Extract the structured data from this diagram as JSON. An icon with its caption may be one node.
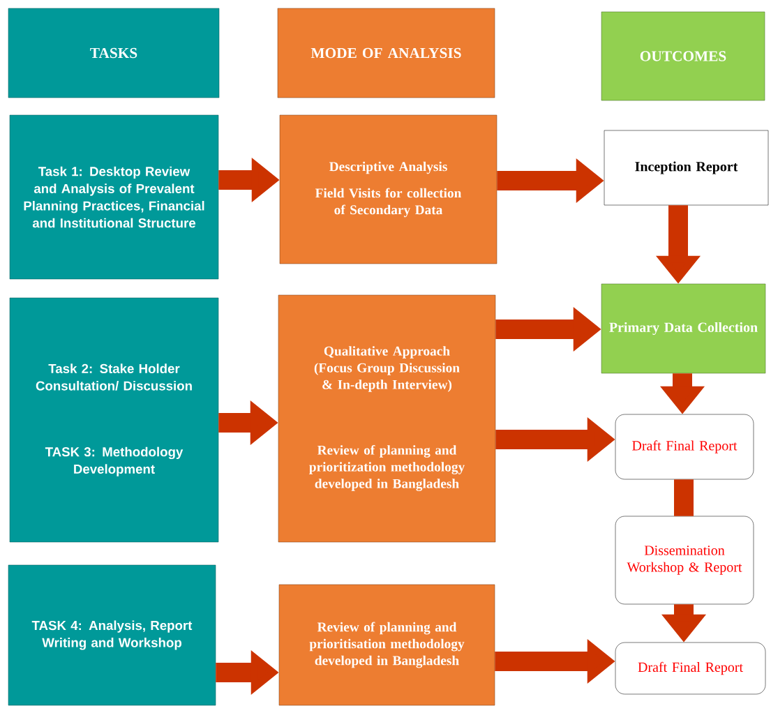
{
  "diagram": {
    "nodes": [
      {
        "text": [
          "TASKS"
        ]
      },
      {
        "text": [
          "MODE OF ANALYSIS"
        ]
      },
      {
        "text": [
          "OUTCOMES"
        ]
      },
      {
        "text": [
          "Task 1: Desktop Review and Analysis of Prevalent Planning Practices, Financial and Institutional Structure"
        ]
      },
      {
        "text": [
          "Descriptive Analysis",
          "Field Visits for collection of Secondary Data"
        ]
      },
      {
        "text": [
          "Inception Report"
        ]
      },
      {
        "text": [
          "Task 2: Stake Holder Consultation/ Discussion",
          "TASK 3: Methodology Development"
        ]
      },
      {
        "text": [
          "Qualitative Approach (Focus Group Discussion & In-depth Interview)",
          "Review of planning and prioritization methodology developed in Bangladesh"
        ]
      },
      {
        "text": [
          "Primary Data Collection"
        ]
      },
      {
        "text": [
          "Draft Final Report"
        ]
      },
      {
        "text": [
          "Dissemination Workshop & Report"
        ]
      },
      {
        "text": [
          "TASK 4: Analysis, Report Writing and Workshop"
        ]
      },
      {
        "text": [
          "Review of planning and prioritisation methodology developed in Bangladesh"
        ]
      },
      {
        "text": [
          "Draft Final Report"
        ]
      }
    ],
    "edges": [
      {
        "from": 3,
        "to": 4,
        "arrow": "to"
      },
      {
        "from": 4,
        "to": 5,
        "arrow": "to"
      },
      {
        "from": 5,
        "to": 8,
        "arrow": "to"
      },
      {
        "from": 6,
        "to": 7,
        "arrow": "to"
      },
      {
        "from": 7,
        "to": 8,
        "arrow": "to"
      },
      {
        "from": 7,
        "to": 9,
        "arrow": "to"
      },
      {
        "from": 8,
        "to": 9,
        "arrow": "to"
      },
      {
        "from": 9,
        "to": 10,
        "arrow": "none"
      },
      {
        "from": 10,
        "to": 13,
        "arrow": "to"
      },
      {
        "from": 11,
        "to": 12,
        "arrow": "to"
      },
      {
        "from": 12,
        "to": 13,
        "arrow": "to"
      }
    ]
  }
}
